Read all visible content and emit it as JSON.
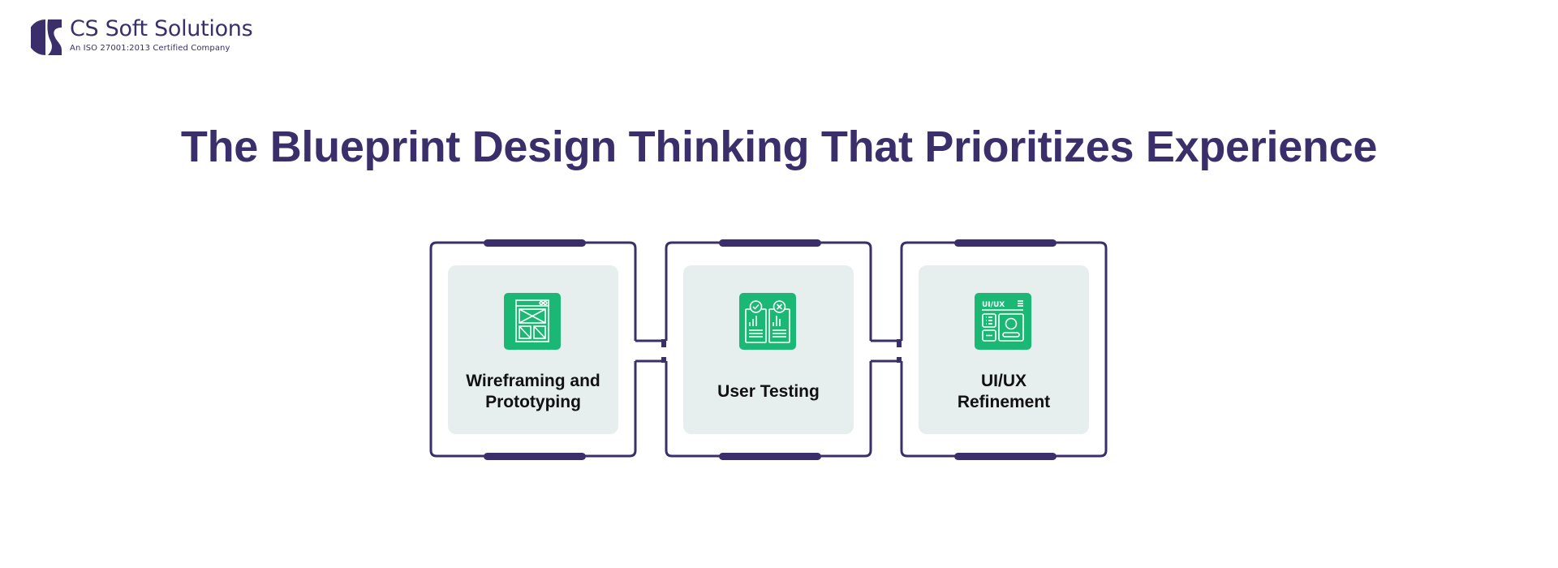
{
  "logo": {
    "name": "CS Soft Solutions",
    "tagline": "An ISO 27001:2013 Certified Company"
  },
  "title": "The Blueprint Design Thinking That Prioritizes Experience",
  "colors": {
    "primary": "#3b2f6b",
    "accent_green": "#1bb774",
    "panel_bg": "#e7efee",
    "label_text": "#111111",
    "background": "#ffffff"
  },
  "steps": [
    {
      "label": "Wireframing and\nPrototyping",
      "icon": "wireframe-icon"
    },
    {
      "label": "User Testing",
      "icon": "user-testing-report-icon"
    },
    {
      "label": "UI/UX\nRefinement",
      "icon": "ui-ux-layout-icon",
      "icon_text": "UI/UX"
    }
  ]
}
